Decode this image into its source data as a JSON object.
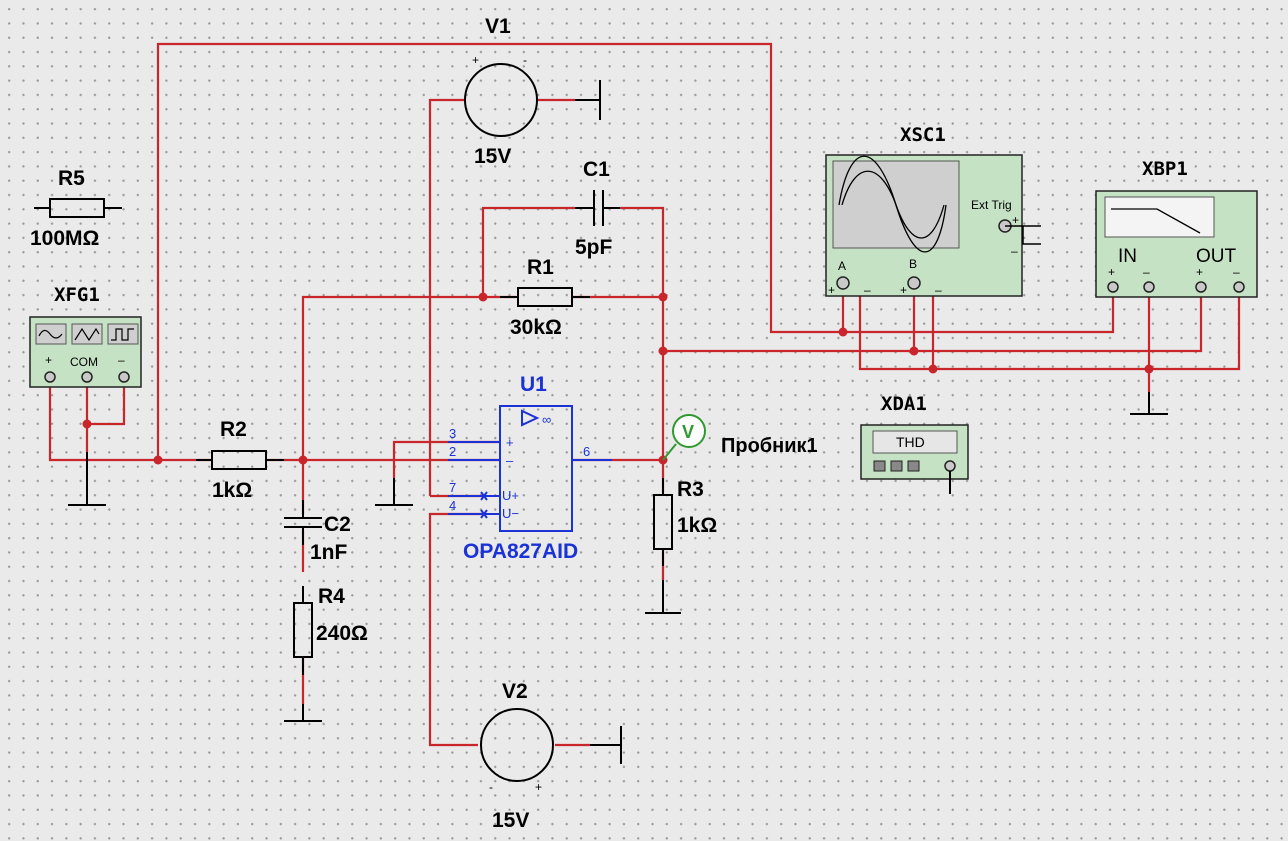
{
  "components": {
    "v1": {
      "name": "V1",
      "value": "15V"
    },
    "v2": {
      "name": "V2",
      "value": "15V"
    },
    "r1": {
      "name": "R1",
      "value": "30kΩ"
    },
    "r2": {
      "name": "R2",
      "value": "1kΩ"
    },
    "r3": {
      "name": "R3",
      "value": "1kΩ"
    },
    "r4": {
      "name": "R4",
      "value": "240Ω"
    },
    "r5": {
      "name": "R5",
      "value": "100MΩ"
    },
    "c1": {
      "name": "C1",
      "value": "5pF"
    },
    "c2": {
      "name": "C2",
      "value": "1nF"
    },
    "u1": {
      "name": "U1",
      "model": "OPA827AID",
      "pins": {
        "p3": "3",
        "p2": "2",
        "p7": "7",
        "p4": "4",
        "p6": "6"
      },
      "pin_labels": {
        "plus": "+",
        "minus": "–",
        "vplus": "U+",
        "vminus": "U−",
        "gain": "∞"
      }
    }
  },
  "instruments": {
    "xfg1": {
      "name": "XFG1",
      "plus": "+",
      "com": "COM",
      "minus": "–"
    },
    "xsc1": {
      "name": "XSC1",
      "ext_trig": "Ext Trig",
      "a": "A",
      "b": "B",
      "plus": "+",
      "minus": "–"
    },
    "xbp1": {
      "name": "XBP1",
      "in": "IN",
      "out": "OUT",
      "plus": "+",
      "minus": "–"
    },
    "xda1": {
      "name": "XDA1",
      "display": "THD"
    }
  },
  "probe": {
    "name": "Пробник1",
    "symbol": "V"
  },
  "source_polarity": {
    "plus": "+",
    "minus": "-"
  },
  "colors": {
    "wire": "#c8262b",
    "component": "#000000",
    "opamp": "#1b33d6",
    "instrument": "#c6e2c4",
    "probe": "#2e9a2e"
  }
}
